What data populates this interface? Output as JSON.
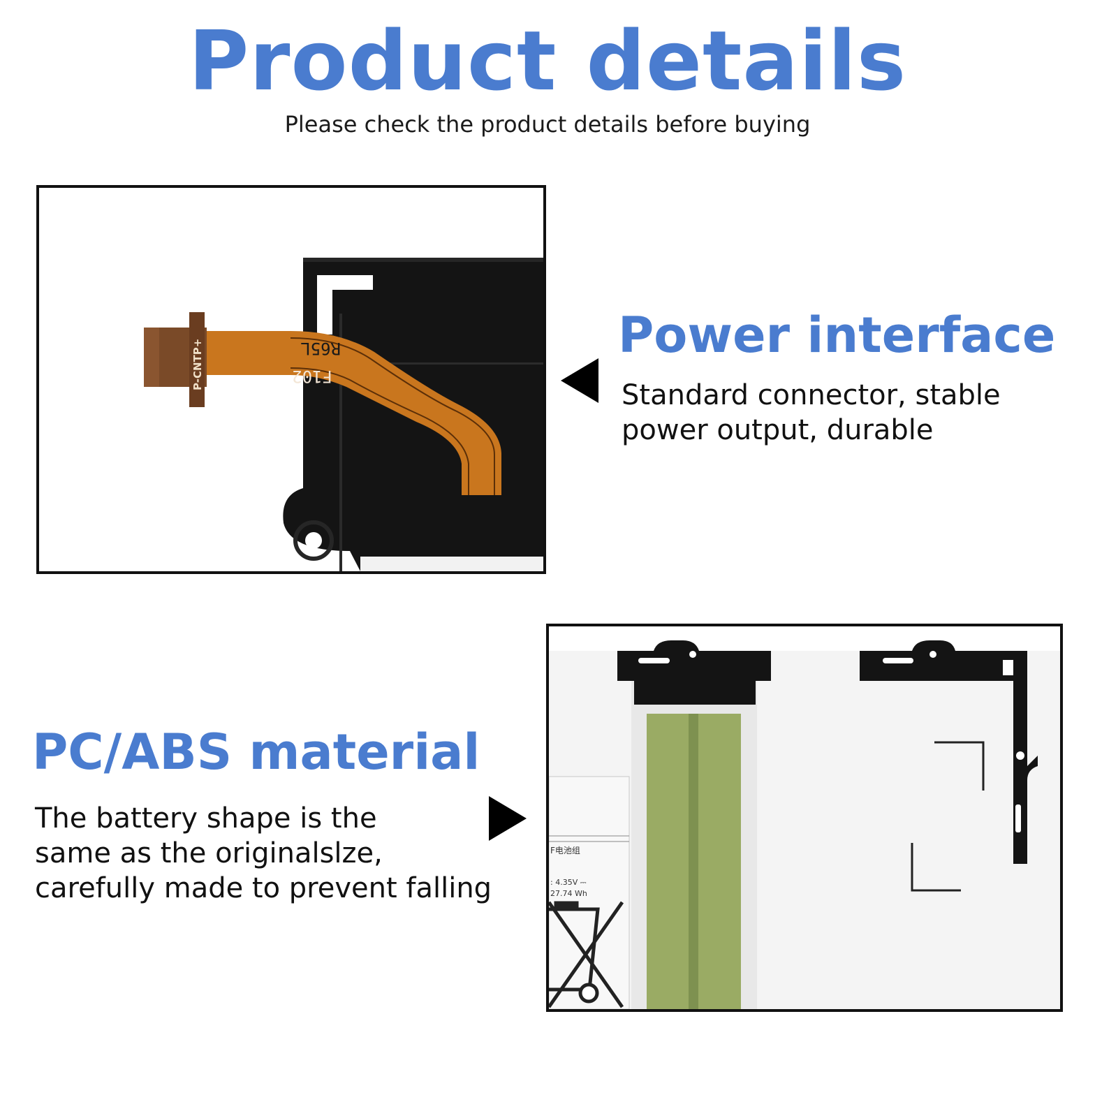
{
  "header": {
    "title": "Product details",
    "subtitle": "Please check the product details before buying"
  },
  "features": {
    "power_interface": {
      "heading": "Power interface",
      "lines": [
        "Standard connector, stable",
        "power output, durable"
      ]
    },
    "material": {
      "heading": "PC/ABS material",
      "lines": [
        "The battery shape is the",
        "same as the originalslze,",
        "carefully made to prevent falling"
      ]
    }
  },
  "photo1": {
    "cable_text_1": "R65L",
    "cable_text_2": "F102",
    "connector_label": "P-CNTP+"
  },
  "photo2": {
    "label_line_1": "F电池组",
    "label_line_2": ": 4.35V ⎓",
    "label_line_3": "27.74 Wh"
  },
  "colors": {
    "accent": "#4a7ccf",
    "text": "#111111",
    "frame": "#000000",
    "cable": "#c9761e",
    "foam": "#9aab64"
  }
}
